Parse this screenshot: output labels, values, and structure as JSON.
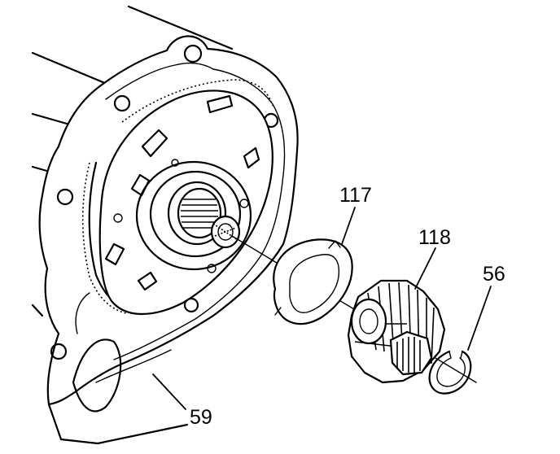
{
  "diagram": {
    "callouts": [
      {
        "id": "117",
        "label": "117"
      },
      {
        "id": "118",
        "label": "118"
      },
      {
        "id": "56",
        "label": "56"
      },
      {
        "id": "59",
        "label": "59"
      }
    ]
  }
}
